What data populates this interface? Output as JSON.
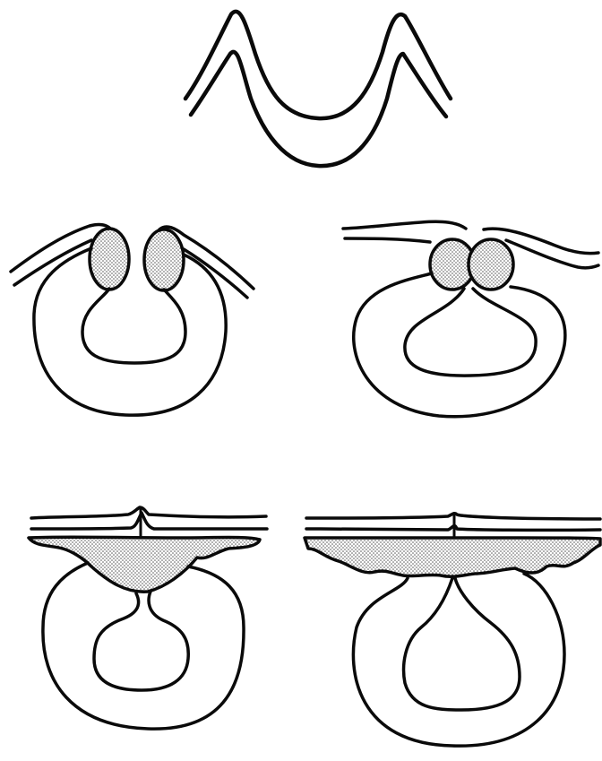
{
  "figure": {
    "ink_color": "#0a0a0a",
    "background_color": "#ffffff",
    "stipple_color": "#8a8a8a",
    "panels": [
      "neural-plate-stage",
      "neural-folds-approaching",
      "neural-folds-meeting",
      "neural-tube-closing",
      "neural-tube-closed"
    ]
  }
}
